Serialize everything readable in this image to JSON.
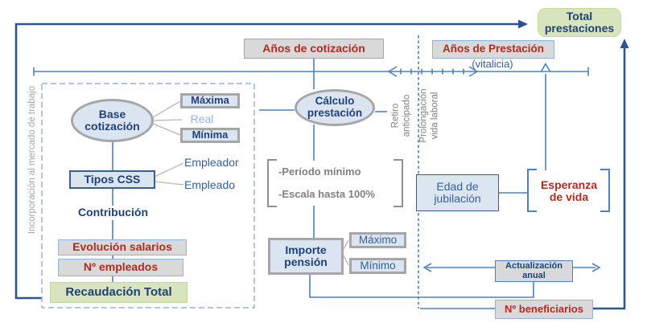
{
  "labels": {
    "total_prestaciones": "Total prestaciones",
    "anos_cotizacion": "Años de cotización",
    "anos_prestacion": "Años de Prestación",
    "vitalicia": "(vitalicia)",
    "base_cotizacion": "Base cotización",
    "maxima": "Máxima",
    "real": "Real",
    "minima": "Mínima",
    "calculo_prestacion": "Cálculo prestación",
    "tipos_css": "Tipos CSS",
    "empleador": "Empleador",
    "empleado": "Empleado",
    "contribucion": "Contribución",
    "evolucion_salarios": "Evolución salarios",
    "n_empleados": "Nº empleados",
    "recaudacion_total": "Recaudación Total",
    "periodo_minimo": "-Período mínimo",
    "escala_100": "-Escala hasta 100%",
    "importe_pension": "Importe pensión",
    "maximo": "Máximo",
    "minimo": "Mínimo",
    "edad_jubilacion": "Edad de jubilación",
    "esperanza_vida": "Esperanza de vida",
    "actualizacion_anual": "Actualización anual",
    "n_beneficiarios": "Nº beneficiarios",
    "retiro_anticipado": "Retiro anticipado",
    "prolongacion_vida": "Prolongación vida laboral",
    "incorporacion_mercado": "Incorporación al mercado de trabajo"
  },
  "colors": {
    "navy_text": "#1F4178",
    "blue_text": "#376092",
    "light_blue_text": "#95B3D7",
    "red_text": "#B02B20",
    "grey_text": "#808080",
    "line_blue": "#4F81BD",
    "line_dark": "#2F5496",
    "fan_line": "#BFBFBF",
    "grey_fill": "#D9D9D9",
    "blue_fill": "#DBE5F1",
    "green_fill": "#D7E4BD",
    "grey_border": "#A6A6A6"
  }
}
